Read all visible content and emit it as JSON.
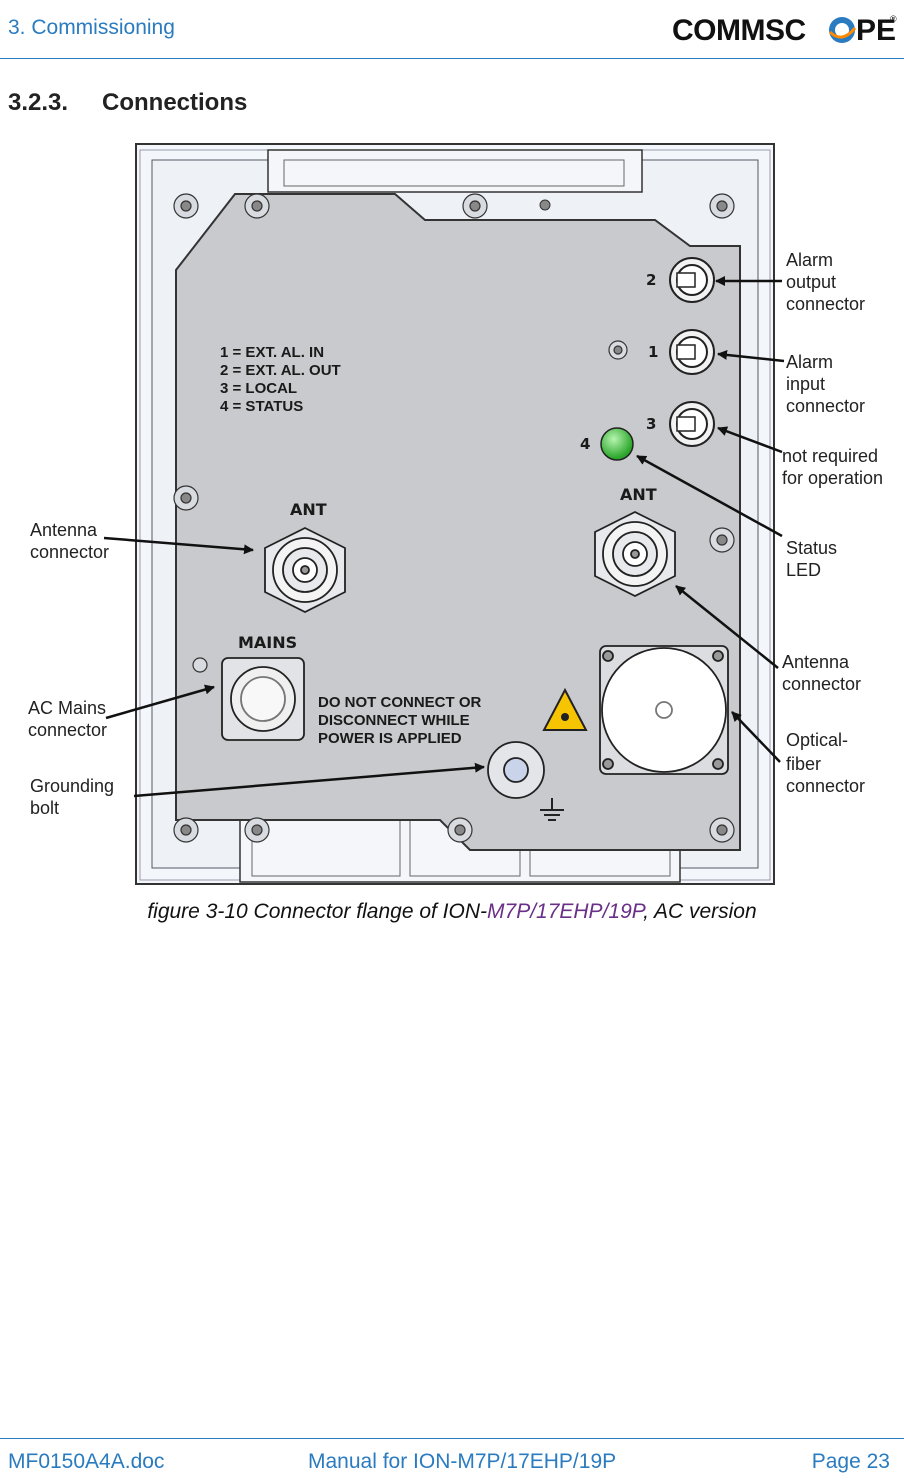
{
  "header": {
    "section": "3. Commissioning",
    "logo_text": "COMMSCOPE"
  },
  "heading": {
    "number": "3.2.3.",
    "title": "Connections"
  },
  "figure": {
    "plate_legend": [
      "1 = EXT. AL. IN",
      "2 = EXT. AL. OUT",
      "3 = LOCAL",
      "4 = STATUS"
    ],
    "port_numbers": [
      "2",
      "1",
      "3",
      "4"
    ],
    "ant_left": "ANT",
    "ant_right": "ANT",
    "mains": "MAINS",
    "warning": [
      "DO NOT CONNECT OR",
      "DISCONNECT WHILE",
      "POWER IS APPLIED"
    ],
    "labels": {
      "alarm_output": [
        "Alarm",
        "output",
        "connector"
      ],
      "alarm_input": [
        "Alarm",
        "input",
        "connector"
      ],
      "not_required": [
        "not  required",
        "for operation"
      ],
      "status_led": [
        "Status",
        "LED"
      ],
      "antenna_right": [
        "Antenna",
        "connector"
      ],
      "optical_fiber": [
        "Optical-",
        "fiber",
        "connector"
      ],
      "antenna_left": [
        "Antenna",
        "connector"
      ],
      "ac_mains": [
        "AC Mains",
        "connector"
      ],
      "grounding": [
        "Grounding",
        "bolt"
      ]
    },
    "led_color": "#3bc43b",
    "caption_prefix": "figure 3-10 Connector flange of ION-",
    "caption_model": "M7P/17EHP/19P",
    "caption_suffix": ", AC version"
  },
  "footer": {
    "doc": "MF0150A4A.doc",
    "manual": "Manual for ION-M7P/17EHP/19P",
    "page": "Page 23"
  }
}
